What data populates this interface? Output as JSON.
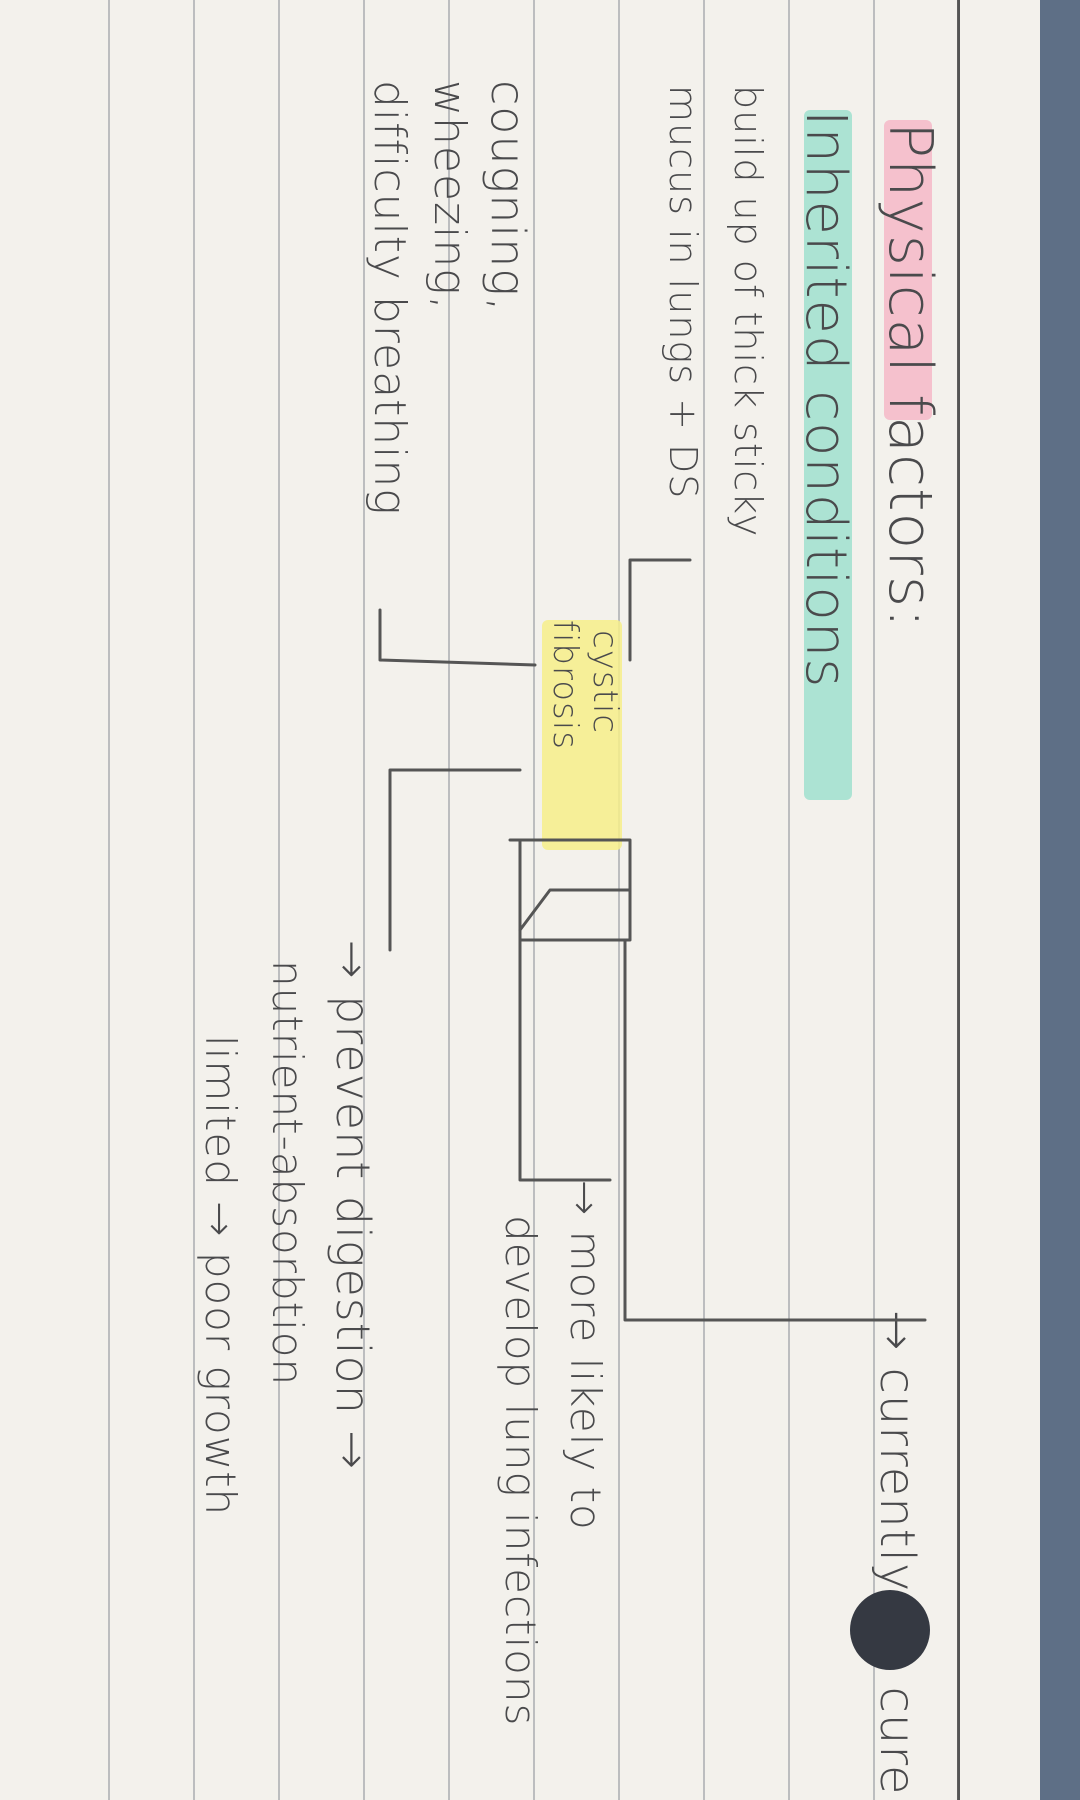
{
  "card": {
    "title": "Physical factors:",
    "subtitle": "Inherited conditions",
    "center_topic": {
      "line1": "cystic",
      "line2": "fibrosis"
    },
    "left_note": {
      "line1": "build up of thick sticky",
      "line2": "mucus in lungs + DS"
    },
    "left_symptoms": {
      "line1": "cougning,",
      "line2": "wheezing,",
      "line3": "difficulty breathing"
    },
    "right_notes": {
      "cure": "currently no cure",
      "infection_line1": "more likely to",
      "infection_line2": "develop lung infections",
      "digestion_line1": "prevent digestion",
      "digestion_line2": "nutrient-absorbtion",
      "digestion_line3": "limited",
      "growth": "poor growth"
    },
    "arrow_glyph": "→",
    "highlight_colors": {
      "title": "#f4b8c8",
      "subtitle": "#9fe0cf",
      "topic": "#f6ef8a"
    }
  }
}
